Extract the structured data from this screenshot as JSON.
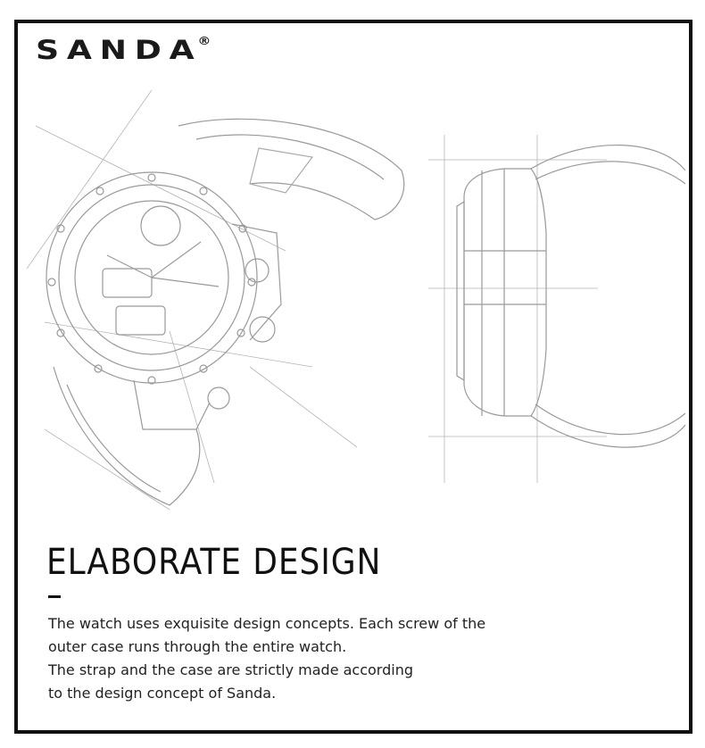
{
  "brand": {
    "logo_text": "SANDA",
    "registered_mark": "®"
  },
  "headline": "ELABORATE DESIGN",
  "description_lines": [
    "The watch uses exquisite design concepts. Each screw of the",
    "outer case runs through the entire watch.",
    "The strap and the case are strictly made according",
    "to the design concept of Sanda."
  ],
  "colors": {
    "frame": "#111111",
    "sketch_line": "#9a9a9a",
    "background": "#ffffff",
    "text": "#222222"
  },
  "illustration": {
    "front_view": "watch-front-sketch",
    "side_view": "watch-side-sketch"
  }
}
